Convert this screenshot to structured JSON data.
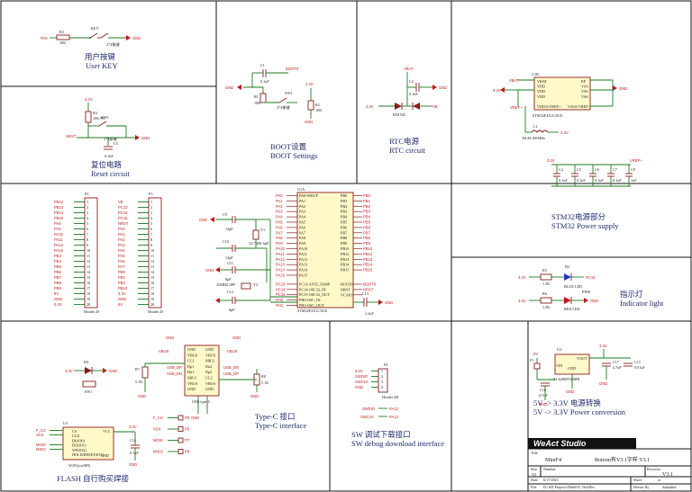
{
  "sections": {
    "user_key": {
      "zh": "用户按键",
      "en": "User KEY",
      "r": "R3",
      "r_val": "10K",
      "sw": "KEY",
      "sw_note": "2*4按键",
      "net": "PA0",
      "gnd": "GND"
    },
    "boot": {
      "zh": "BOOT设置",
      "en": "BOOT Settings",
      "c": "C1",
      "c_val": "0.1uF",
      "r1": "R1",
      "r1_val": "10K",
      "r2": "R2",
      "r2_val": "10K",
      "sw": "SW2",
      "sw_note": "2*4按键",
      "net": "BOOT0",
      "v": "3.3V",
      "gnd": "GND"
    },
    "reset": {
      "zh": "复位电路",
      "en": "Reset circuit",
      "r": "R4",
      "r_val": "10K NC",
      "sw": "SW3",
      "sw_note": "2*4按键",
      "c": "C3",
      "c_val": "0.1uF",
      "net": "NRST",
      "v": "3.3V",
      "gnd": "GND"
    },
    "rtc": {
      "zh": "RTC电源",
      "en": "RTC circuit",
      "c": "C2",
      "c_val": "0.1uF",
      "d": "BAT54C",
      "net": "VBAT",
      "v": "3.3V",
      "vb": "VB",
      "gnd": "GND"
    },
    "power": {
      "zh": "STM32电源部分",
      "en": "STM32 Power supply",
      "chip": "U1B",
      "chip_part": "STM32F4X1CXU6",
      "vbat": "VBAT",
      "vref": "VREF+",
      "inductor": "L1",
      "ind_val": "BLM 100MHz",
      "v": "3.3V",
      "gnd": "GND",
      "left_pins": [
        "VBAT",
        "VDD",
        "VDD",
        "VDD",
        "",
        "VDDA/VREF+"
      ],
      "right_pins": [
        "EP",
        "VSS",
        "VSS",
        "VSS",
        "",
        "VSSA/VREF-"
      ],
      "caps": [
        {
          "ref": "C4",
          "val": "0.1uF"
        },
        {
          "ref": "C5",
          "val": "0.1uF"
        },
        {
          "ref": "C6",
          "val": "0.1uF"
        },
        {
          "ref": "C7",
          "val": "0.1uF"
        },
        {
          "ref": "C8",
          "val": "1uF"
        }
      ]
    },
    "indicator": {
      "zh": "指示灯",
      "en": "Indicator light",
      "d1": "D2",
      "d1_label": "BLUE LED",
      "r1": "R5",
      "r1_val": "1.5K",
      "net1": "PC13",
      "d2": "D3",
      "d2_label": "RED LED",
      "r2": "R6",
      "r2_val": "1.5K",
      "net2": "PWR",
      "v": "3.3V",
      "gnd": "GND"
    },
    "mcu": {
      "chip": "U1A",
      "chip_part": "STM32F4X1CXU6",
      "y1": "Y1",
      "y1_val": "32.768K 6pF",
      "y2": "Y2",
      "y2_val": "25MHZ 8PF",
      "c9": "C9",
      "c9_val": "12pF",
      "c10": "C10",
      "c10_val": "12pF",
      "c11": "C11",
      "c11_val": "8pF",
      "c12": "C12",
      "c12_val": "8pF",
      "c13": "C13",
      "c13_val": "2.2uF",
      "gnd": "GND",
      "left_pins": [
        "PA0-WKUP",
        "PA1",
        "PA2",
        "PA3",
        "PA4",
        "PA5",
        "PA6",
        "PA7",
        "PA8",
        "PA9",
        "PA10",
        "PA11",
        "PA12",
        "PA13",
        "PA14",
        "PA15",
        "PC13-ANTI_TAMP",
        "PC14-OSC32_IN",
        "PC15-OSC32_OUT",
        "PH0-OSC_IN",
        "PH1-OSC_OUT"
      ],
      "left_nets": [
        "PA0",
        "PA1",
        "PA2",
        "PA3",
        "PA4",
        "PA5",
        "PA6",
        "PA7",
        "PA8",
        "PA9",
        "PA10",
        "PA11",
        "PA12",
        "PA13",
        "PA14",
        "PA15",
        "PC13",
        "PC14",
        "PC15",
        "PH0",
        "PH1"
      ],
      "right_pins": [
        "PB0",
        "PB1",
        "PB2",
        "PB3",
        "PB4",
        "PB5",
        "PB6",
        "PB7",
        "PB8",
        "PB9",
        "PB10",
        "PB12",
        "PB13",
        "PB14",
        "PB15",
        "BOOT0",
        "NRST",
        "VCAP1"
      ],
      "right_nets": [
        "PB0",
        "PB1",
        "PB2",
        "PB3",
        "PB4",
        "PB5",
        "PB6",
        "PB7",
        "PB8",
        "PB9",
        "PB10",
        "PB12",
        "PB13",
        "PB14",
        "PB15",
        "BOOT0",
        "NRST",
        ""
      ]
    },
    "header1": {
      "ref": "P2",
      "label": "Header 20",
      "nets": [
        "PB12",
        "PB13",
        "PB14",
        "PB15",
        "PA8",
        "PA9",
        "PA10",
        "PA11",
        "PA12",
        "PA15",
        "PB3",
        "PB4",
        "PB5",
        "PB6",
        "PB7",
        "PB8",
        "PB9",
        "5V",
        "GND",
        "3.3V"
      ]
    },
    "header2": {
      "ref": "P3",
      "label": "Header 20",
      "nets": [
        "VB",
        "PC13",
        "PC14",
        "PC15",
        "NRST",
        "PA0",
        "PA1",
        "PA2",
        "PA3",
        "PA4",
        "PA5",
        "PA6",
        "PA7",
        "PB0",
        "PB1",
        "PB2",
        "PB10",
        "3.3V",
        "GND",
        "5V"
      ]
    },
    "flash": {
      "zh": "FLASH 自行购买焊接",
      "en": "",
      "ref": "U3",
      "part": "W25Qxx(SPI)",
      "sw": "SW1",
      "d": "D4",
      "nets": [
        "F_CS",
        "SCK",
        "MOSI",
        "MISO"
      ],
      "pins": [
        "CS",
        "CLK",
        "DI(IO0)",
        "DO(IO1)",
        "WP(IO2)",
        "HOLD/RESET(IO3)",
        "VCC",
        "GND"
      ],
      "c": "C14",
      "c_val": "0.1uF",
      "gnd": "GND",
      "v": "3.3V"
    },
    "typec": {
      "zh": "Type-C 接口",
      "en": "Type-C interface",
      "ref": "USB",
      "label": "USB type-C",
      "r1": "R7",
      "r1_val": "5.1K",
      "r2": "R8",
      "r2_val": "5.1K",
      "pins_l": [
        "GND",
        "VBUS",
        "CC1",
        "Dp1",
        "Dn1",
        "SBU1",
        "VBUS",
        "GND"
      ],
      "pins_r": [
        "GND",
        "VBUS",
        "SBU2",
        "Dn2",
        "Dp2",
        "CC2",
        "VBUS",
        "GND"
      ],
      "nets": [
        "F_CS",
        "SCK",
        "MOSI",
        "MISO"
      ],
      "gnd": "GND",
      "vbus": "VBUS",
      "dp": "USB_DP",
      "dn": "USB_DN"
    },
    "swd": {
      "zh": "SW 调试下载接口",
      "en": "SW debug download interface",
      "ref": "P4",
      "label": "Header 4H",
      "nets": [
        "3.3V",
        "SWDIO",
        "SWCLK",
        "GND"
      ],
      "targets": [
        "PA13",
        "PA14"
      ]
    },
    "ldo": {
      "zh": "5V -> 3.3V 电源转换",
      "en": "5V -> 3.3V Power conversion",
      "ref": "U2",
      "part": "XC6206P332MR",
      "vin": "VIN",
      "vout": "VOUT",
      "gnd_pin": "GND",
      "f": "F1",
      "c16": "C16",
      "c16_val": "4.7uF",
      "c17": "C17",
      "c17_val": "4.7uF",
      "c15": "C15",
      "c15_val": "0.01uF",
      "v5": "5V",
      "v33": "3.3V",
      "gnd": "GND"
    }
  },
  "title_block": {
    "brand": "WeAct Studio",
    "title_label": "Title",
    "title": "MiniF4",
    "title_right": "Bottom有V3.1字样 V3.1",
    "size_label": "Size",
    "size": "A3",
    "number_label": "Number",
    "number": "",
    "revision_label": "Revision",
    "revision": "V3.1",
    "date_label": "Date",
    "date": "6/17/2021",
    "sheet_label": "Sheet",
    "sheet": "of",
    "file_label": "File",
    "file": "D:\\AD Projects\\MiniF4\\..\\SchDoc",
    "drawn_label": "Drawn By",
    "drawn": "dadaulitk"
  }
}
